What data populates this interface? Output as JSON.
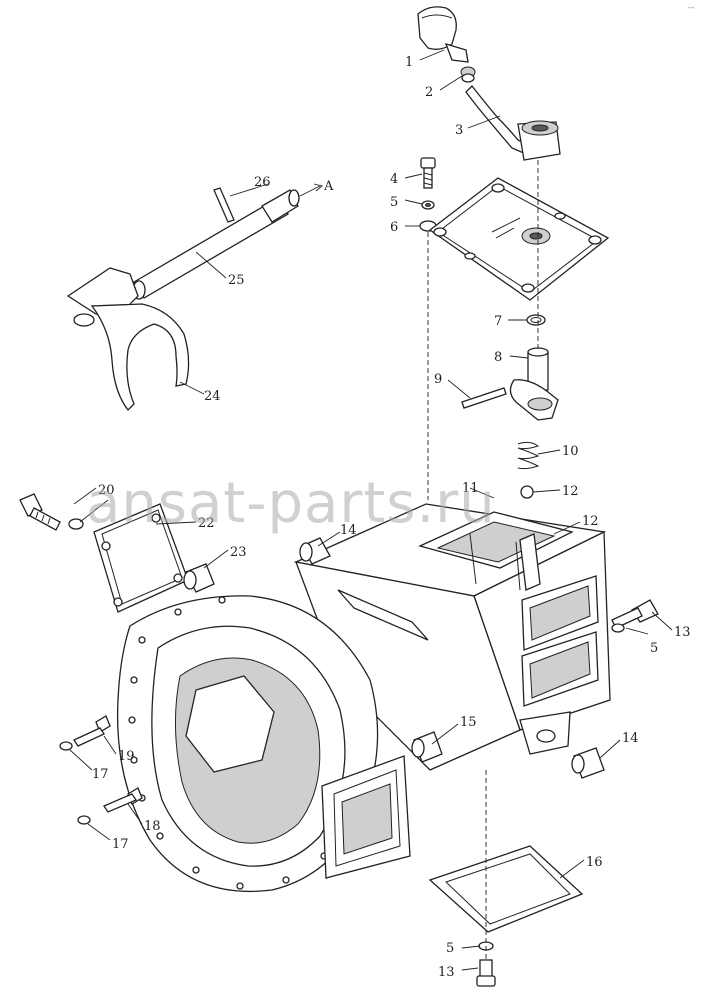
{
  "corner_mark": "--",
  "watermark": "ansat-parts.ru",
  "arrow_label": "A",
  "callouts": [
    {
      "id": "c1",
      "label": "1"
    },
    {
      "id": "c2",
      "label": "2"
    },
    {
      "id": "c3",
      "label": "3"
    },
    {
      "id": "c4",
      "label": "4"
    },
    {
      "id": "c5a",
      "label": "5"
    },
    {
      "id": "c6",
      "label": "6"
    },
    {
      "id": "c7",
      "label": "7"
    },
    {
      "id": "c8",
      "label": "8"
    },
    {
      "id": "c9",
      "label": "9"
    },
    {
      "id": "c10",
      "label": "10"
    },
    {
      "id": "c11",
      "label": "11"
    },
    {
      "id": "c12",
      "label": "12"
    },
    {
      "id": "c12b",
      "label": "12"
    },
    {
      "id": "c13a",
      "label": "13"
    },
    {
      "id": "c5b",
      "label": "5"
    },
    {
      "id": "c14a",
      "label": "14"
    },
    {
      "id": "c14b",
      "label": "14"
    },
    {
      "id": "c15",
      "label": "15"
    },
    {
      "id": "c16",
      "label": "16"
    },
    {
      "id": "c5c",
      "label": "5"
    },
    {
      "id": "c13b",
      "label": "13"
    },
    {
      "id": "c17a",
      "label": "17"
    },
    {
      "id": "c17b",
      "label": "17"
    },
    {
      "id": "c18",
      "label": "18"
    },
    {
      "id": "c19",
      "label": "19"
    },
    {
      "id": "c20",
      "label": "20"
    },
    {
      "id": "c22",
      "label": "22"
    },
    {
      "id": "c23",
      "label": "23"
    },
    {
      "id": "c24",
      "label": "24"
    },
    {
      "id": "c25",
      "label": "25"
    },
    {
      "id": "c26",
      "label": "26"
    }
  ]
}
